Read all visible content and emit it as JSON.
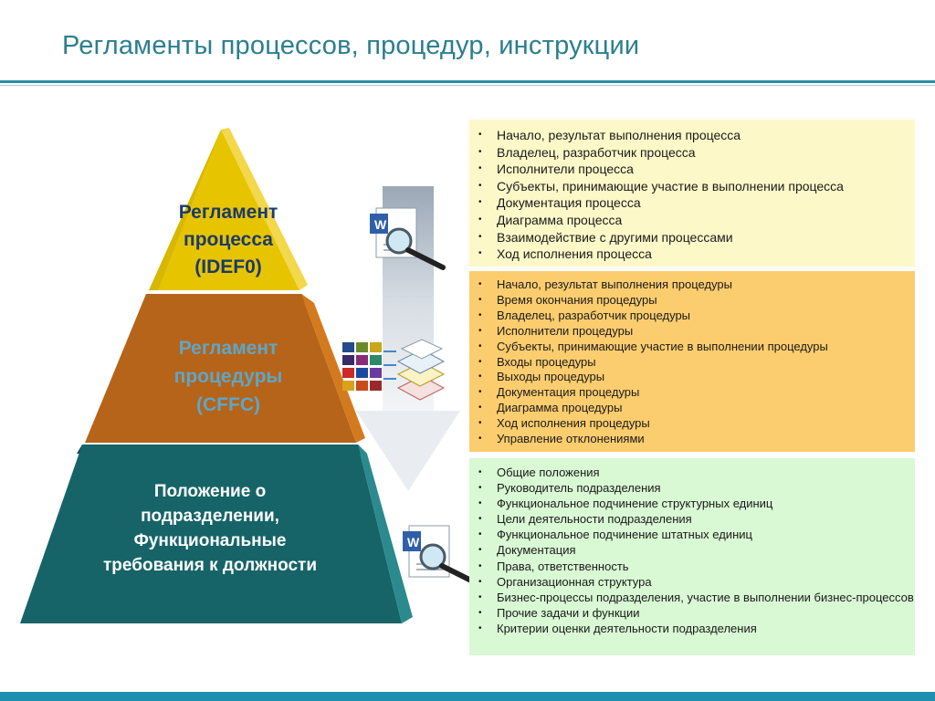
{
  "header": {
    "title": "Регламенты процессов, процедур, инструкции"
  },
  "pyramid": {
    "top": {
      "lines": [
        "Регламент",
        "процесса",
        "(IDEF0)"
      ],
      "color": "#e7c400"
    },
    "middle": {
      "lines": [
        "Регламент",
        "процедуры",
        "(CFFC)"
      ],
      "color": "#b5641a"
    },
    "bottom": {
      "lines": [
        "Положение о",
        "подразделении,",
        "Функциональные",
        "требования к должности"
      ],
      "color": "#166468"
    }
  },
  "boxes": {
    "process": {
      "bg": "#fdf8c8",
      "items": [
        "Начало, результат выполнения процесса",
        "Владелец, разработчик процесса",
        "Исполнители процесса",
        "Субъекты, принимающие участие в выполнении процесса",
        "Документация процесса",
        "Диаграмма процесса",
        "Взаимодействие с другими процессами",
        "Ход исполнения процесса"
      ]
    },
    "procedure": {
      "bg": "#fccd6e",
      "items": [
        "Начало, результат выполнения процедуры",
        "Время окончания процедуры",
        "Владелец, разработчик процедуры",
        "Исполнители процедуры",
        "Субъекты, принимающие участие в выполнении процедуры",
        "Входы процедуры",
        "Выходы процедуры",
        "Документация процедуры",
        "Диаграмма процедуры",
        "Ход исполнения процедуры",
        "Управление отклонениями"
      ]
    },
    "department": {
      "bg": "#d9f8d4",
      "items": [
        "Общие положения",
        "Руководитель подразделения",
        "Функциональное подчинение структурных единиц",
        "Цели деятельности подразделения",
        "Функциональное подчинение штатных единиц",
        "Документация",
        "Права, ответственность",
        "Организационная структура",
        "Бизнес-процессы подразделения, участие в выполнении бизнес-процессов",
        "Прочие задачи и функции",
        "Критерии оценки деятельности подразделения"
      ]
    }
  },
  "icons": {
    "doc1": "word-document-magnifier-icon",
    "grid": "color-grid-icon",
    "stack": "document-stack-icon",
    "doc2": "word-document-magnifier-icon"
  }
}
